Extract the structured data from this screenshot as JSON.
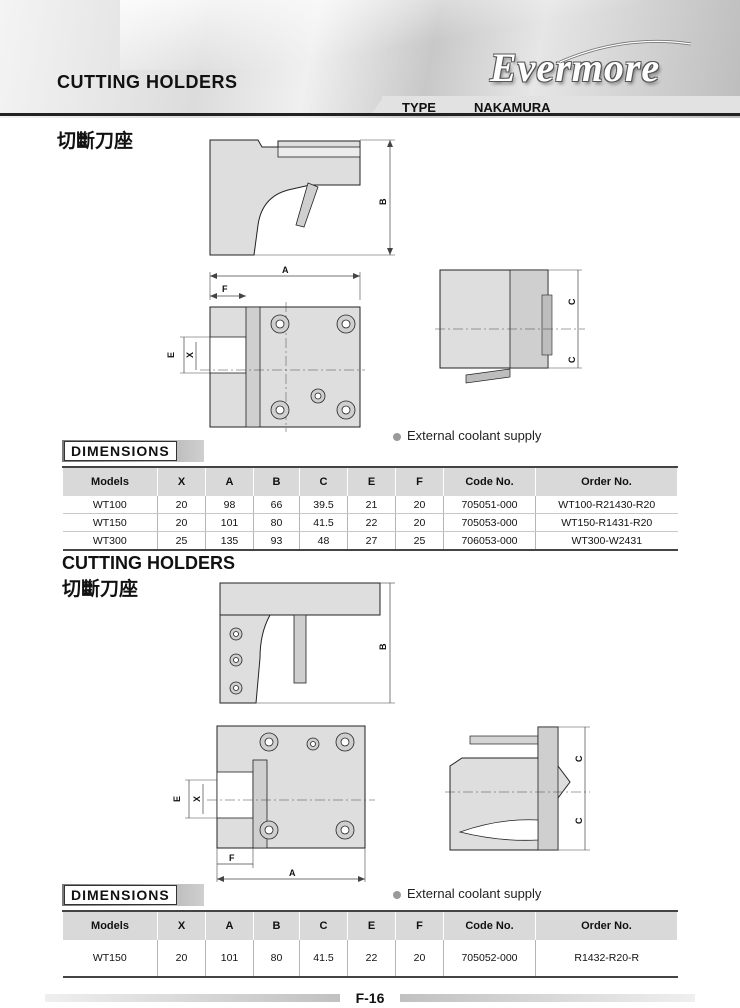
{
  "header": {
    "title": "CUTTING HOLDERS",
    "brand": "Evermore",
    "type_label": "TYPE",
    "type_value": "NAKAMURA"
  },
  "section1": {
    "cn_title": "切斷刀座",
    "coolant_note": "External coolant supply",
    "dimensions_label": "DIMENSIONS",
    "drawing_labels": {
      "b": "B",
      "a": "A",
      "f": "F",
      "e": "E",
      "x": "X",
      "c1": "C",
      "c2": "C"
    },
    "table": {
      "headers": [
        "Models",
        "X",
        "A",
        "B",
        "C",
        "E",
        "F",
        "Code No.",
        "Order No."
      ],
      "rows": [
        [
          "WT100",
          "20",
          "98",
          "66",
          "39.5",
          "21",
          "20",
          "705051-000",
          "WT100-R21430-R20"
        ],
        [
          "WT150",
          "20",
          "101",
          "80",
          "41.5",
          "22",
          "20",
          "705053-000",
          "WT150-R1431-R20"
        ],
        [
          "WT300",
          "25",
          "135",
          "93",
          "48",
          "27",
          "25",
          "706053-000",
          "WT300-W2431"
        ]
      ]
    }
  },
  "section2": {
    "title": "CUTTING HOLDERS",
    "cn_title": "切斷刀座",
    "coolant_note": "External coolant supply",
    "dimensions_label": "DIMENSIONS",
    "drawing_labels": {
      "b": "B",
      "a": "A",
      "f": "F",
      "e": "E",
      "x": "X",
      "c1": "C",
      "c2": "C"
    },
    "table": {
      "headers": [
        "Models",
        "X",
        "A",
        "B",
        "C",
        "E",
        "F",
        "Code No.",
        "Order No."
      ],
      "rows": [
        [
          "WT150",
          "20",
          "101",
          "80",
          "41.5",
          "22",
          "20",
          "705052-000",
          "R1432-R20-R"
        ]
      ]
    }
  },
  "footer": {
    "page": "F-16"
  }
}
